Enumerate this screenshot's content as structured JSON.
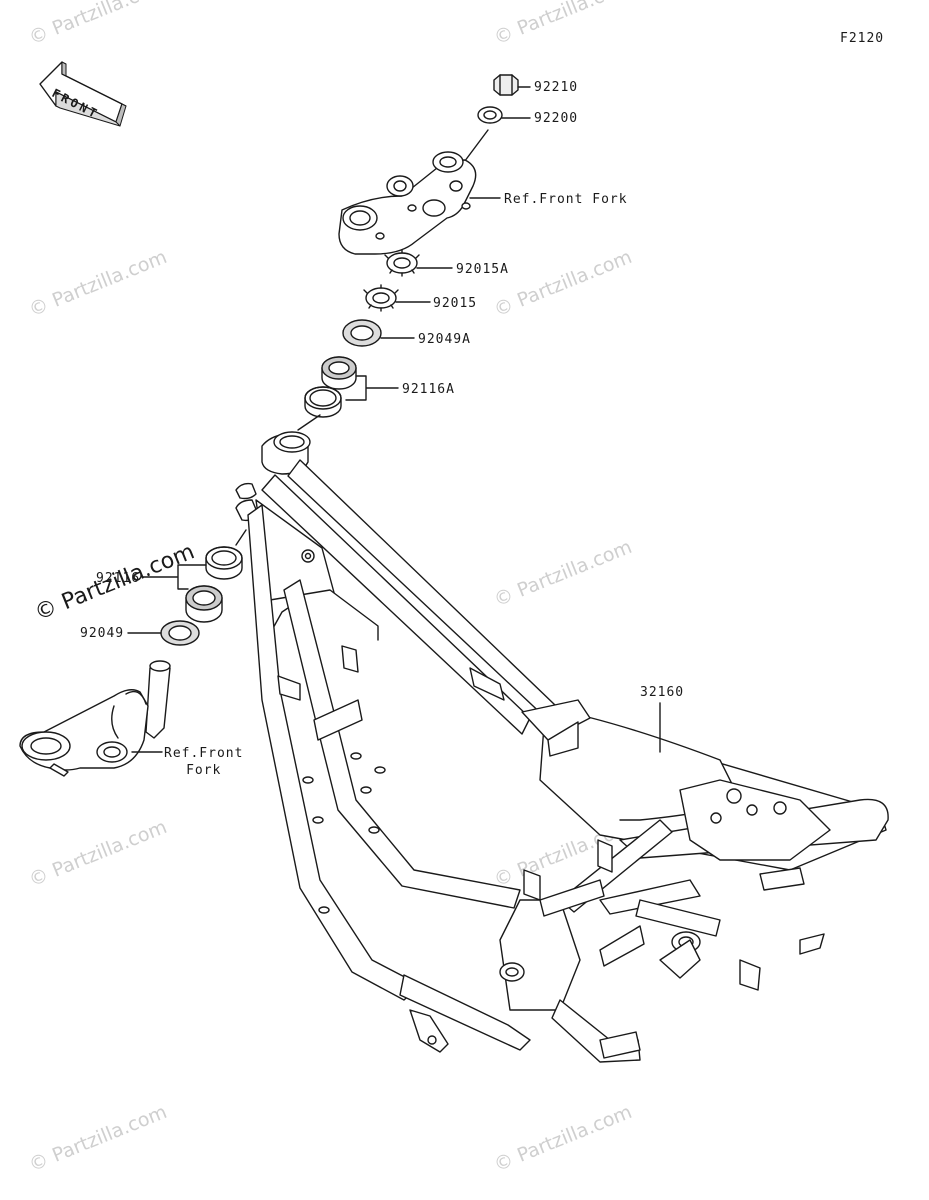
{
  "figure_code": "F2120",
  "front_arrow": "FRONT",
  "callouts": [
    {
      "id": "92210",
      "label": "92210"
    },
    {
      "id": "92200",
      "label": "92200"
    },
    {
      "id": "ref-front-fork-upper",
      "label": "Ref.Front Fork"
    },
    {
      "id": "92015A",
      "label": "92015A"
    },
    {
      "id": "92015",
      "label": "92015"
    },
    {
      "id": "92049A",
      "label": "92049A"
    },
    {
      "id": "92116A",
      "label": "92116A"
    },
    {
      "id": "92116",
      "label": "92116"
    },
    {
      "id": "92049",
      "label": "92049"
    },
    {
      "id": "32160",
      "label": "32160"
    }
  ],
  "ref_front_fork_lower": {
    "line1": "Ref.Front",
    "line2": "Fork"
  },
  "watermark": "© Partzilla.com",
  "watermark_prominent": "© Partzilla.com",
  "colors": {
    "line": "#1a1a1a",
    "shade": "#bdbdbd",
    "watermark": "#cfcfcf"
  }
}
